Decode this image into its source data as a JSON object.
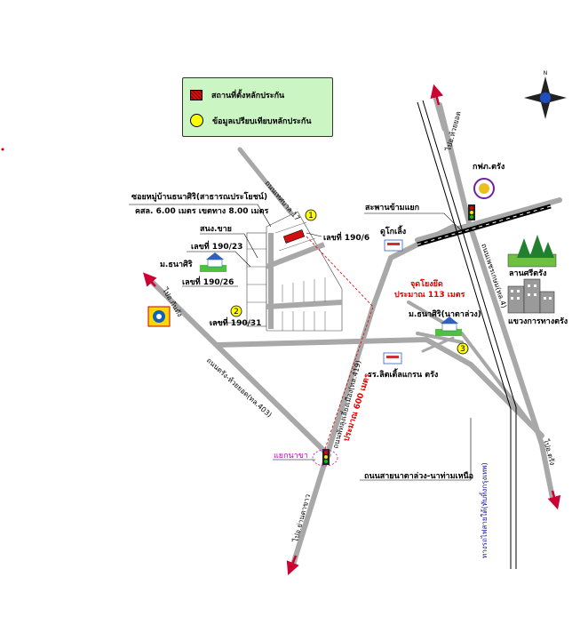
{
  "legend": {
    "item1": "สถานที่ตั้งหลักประกัน",
    "item2": "ข้อมูลเปรียบเทียบหลักประกัน"
  },
  "labels": {
    "soi": "ซอยหมู่บ้านธนาศิริ(สาธารณประโยชน์)",
    "soi_dim": "คสล. 6.00 เมตร เขตทาง 8.00 เมตร",
    "road_hwy17": "ถนนเทศบาล 17",
    "sanam": "สนง.ขาย",
    "lot_19023": "เลขที่ 190/23",
    "moo_thanasiri": "ม.ธนาศิริ",
    "lot_19026": "เลขที่ 190/26",
    "lot_1906": "เลขที่ 190/6",
    "lot_19031": "เลขที่ 190/31",
    "to_kantang": "ไปอ.กันตัง",
    "to_yantakhao": "ไปอ.ย่านตาขาว",
    "to_huaiyot": "ไปอ.ห้วยยอด",
    "to_trang": "ไปอ.ตรัง",
    "kfp_trang": "กฟภ.ตรัง",
    "overpass": "สะพานข้ามแยก",
    "doo_kolueng": "ดูโกเลิ้ง",
    "ref_point": "จุดโยงยึด",
    "ref_dist": "ประมาณ 113 เมตร",
    "dist_600": "ประมาณ 600 เมตร",
    "road_419": "ถนนพัทลุงเลี่ยงเมือง(ทล.419)",
    "road_403": "ถนนตรัง-ห้วยยอด(ทล.403)",
    "road_4": "ถนนเพชรเกษม(ทล.4)",
    "dansri_trang": "ลานศรีตรัง",
    "highway_dept": "แขวงการทางตรัง",
    "moo_nataluang": "ม.ธนาศิริ(นาตาล่วง)",
    "big_c": "รร.ลิตเติ้ลแกรน ตรัง",
    "intersection": "แยกนาขา",
    "road_nataluang": "ถนนสายนาตาล่วง-นาท่ามเหนือ",
    "railway": "ทางรถไฟสายใต้(ทับทิ้งกรุงเทพ)",
    "marker1": "1",
    "marker2": "2",
    "marker3": "3"
  },
  "colors": {
    "road": "#a8a8a8",
    "legend_bg": "#ccf5c4",
    "property": "#d01010",
    "marker": "#ffff00",
    "arrow": "#cc0033"
  }
}
